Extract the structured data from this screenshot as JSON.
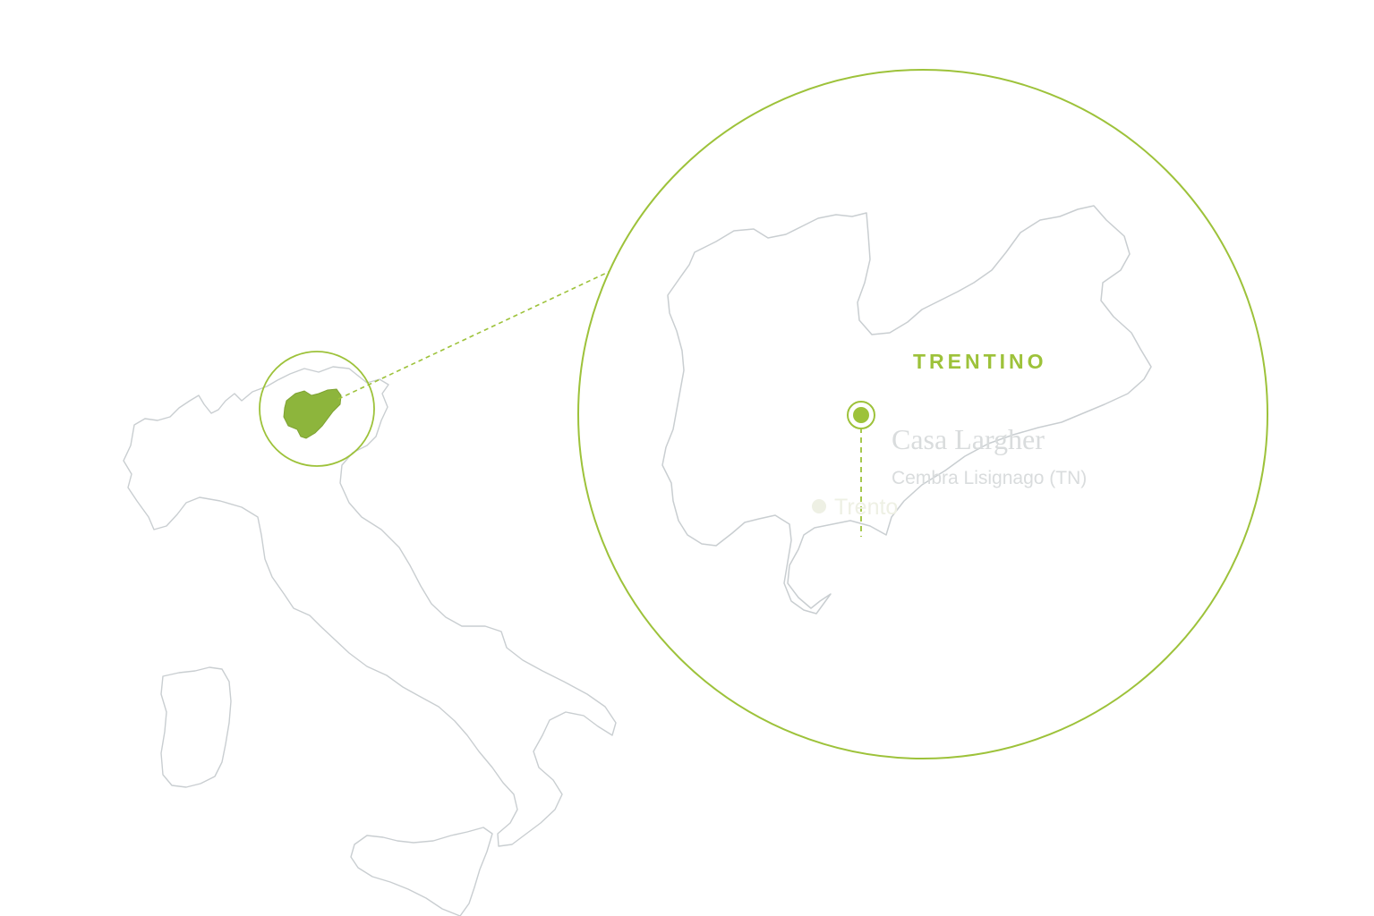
{
  "colors": {
    "accent": "#9dc23a",
    "region_fill": "#8db53c",
    "outline": "#c9ced1",
    "text_light": "#d9dcdd",
    "city": "#eef0e4",
    "background": "#ffffff"
  },
  "icons": {
    "location_marker": "map-pin-icon",
    "city_marker": "dot-icon"
  },
  "region": {
    "label": "TRENTINO"
  },
  "location": {
    "name": "Casa Largher",
    "address": "Cembra Lisignago (TN)"
  },
  "city": {
    "label": "Trento"
  }
}
